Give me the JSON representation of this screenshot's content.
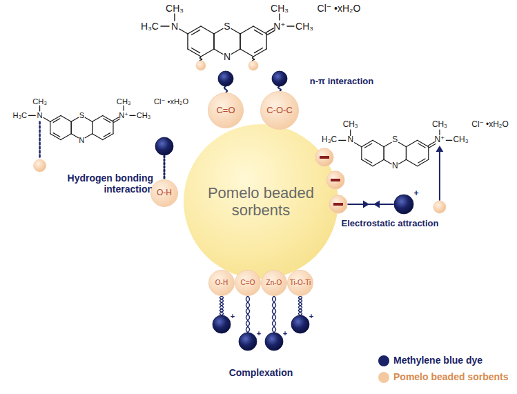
{
  "diagram": {
    "nodes": [
      {
        "text": [
          "C=O"
        ]
      },
      {
        "text": [
          "C-O-C"
        ]
      },
      {
        "text": [
          "O-H"
        ]
      },
      {
        "text": [
          "Pomelo beaded sorbents"
        ]
      },
      {
        "text": [
          "O-H"
        ]
      },
      {
        "text": [
          "C=O"
        ]
      },
      {
        "text": [
          "Zn-O"
        ]
      },
      {
        "text": [
          "Ti-O-Ti"
        ]
      }
    ],
    "labels": [
      "CH₃",
      "H₃C",
      "N",
      "S",
      "N",
      "N⁺",
      "CH₃",
      "CH₃",
      "Cl⁻ •xH₂O",
      "n-π interaction",
      "CH₃",
      "H₃C",
      "N",
      "S",
      "N",
      "N⁺",
      "CH₃",
      "CH₃",
      "Cl⁻ •xH₂O",
      "Hydrogen bonding interaction",
      "CH₃",
      "H₃C",
      "N",
      "S",
      "N",
      "N⁺",
      "CH₃",
      "CH₃",
      "Cl⁻ •xH₂O",
      "Electrostatic attraction",
      "+",
      "+",
      "+",
      "+",
      "+",
      "Complexation"
    ],
    "legend": [
      {
        "text": "Methylene blue dye",
        "color": "#1a2366"
      },
      {
        "text": "Pomelo beaded sorbents",
        "color": "#f5c9a0"
      }
    ]
  }
}
